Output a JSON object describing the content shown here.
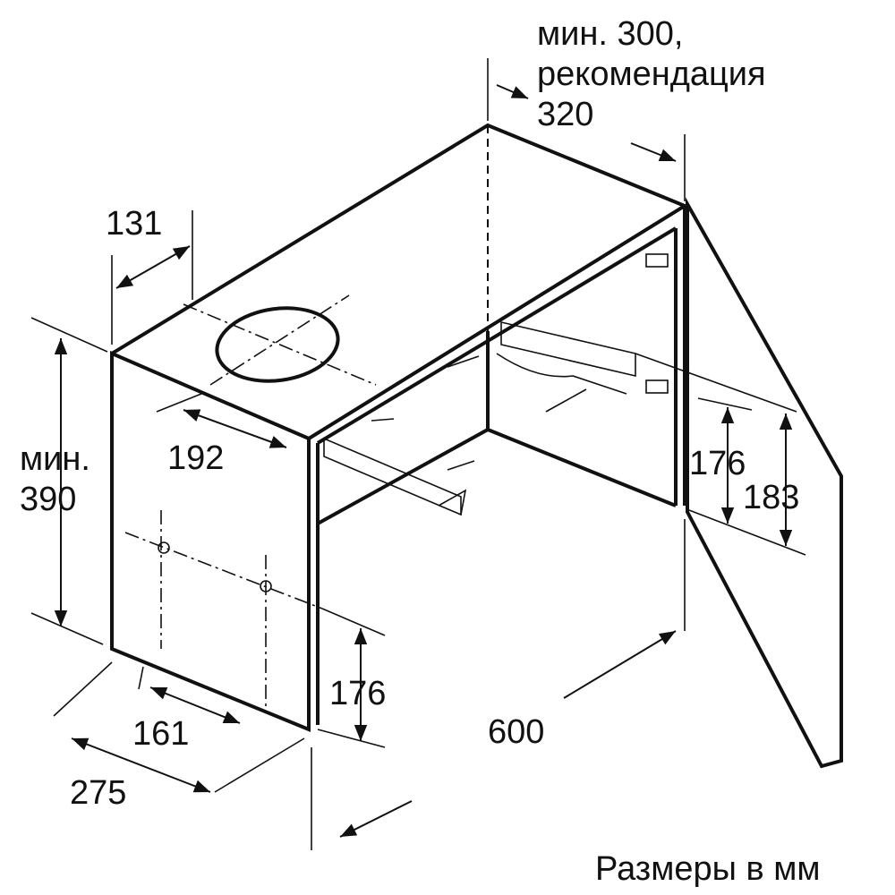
{
  "labels": {
    "depth_min": "мин. 300,",
    "depth_rec": "рекомендация",
    "depth_val": "320",
    "offset_131": "131",
    "height_min": "мин.",
    "height_390": "390",
    "width_192": "192",
    "bracket_176_right": "176",
    "bracket_183": "183",
    "bracket_176_left": "176",
    "width_161": "161",
    "depth_275": "275",
    "width_600": "600",
    "units_note": "Размеры в мм"
  }
}
